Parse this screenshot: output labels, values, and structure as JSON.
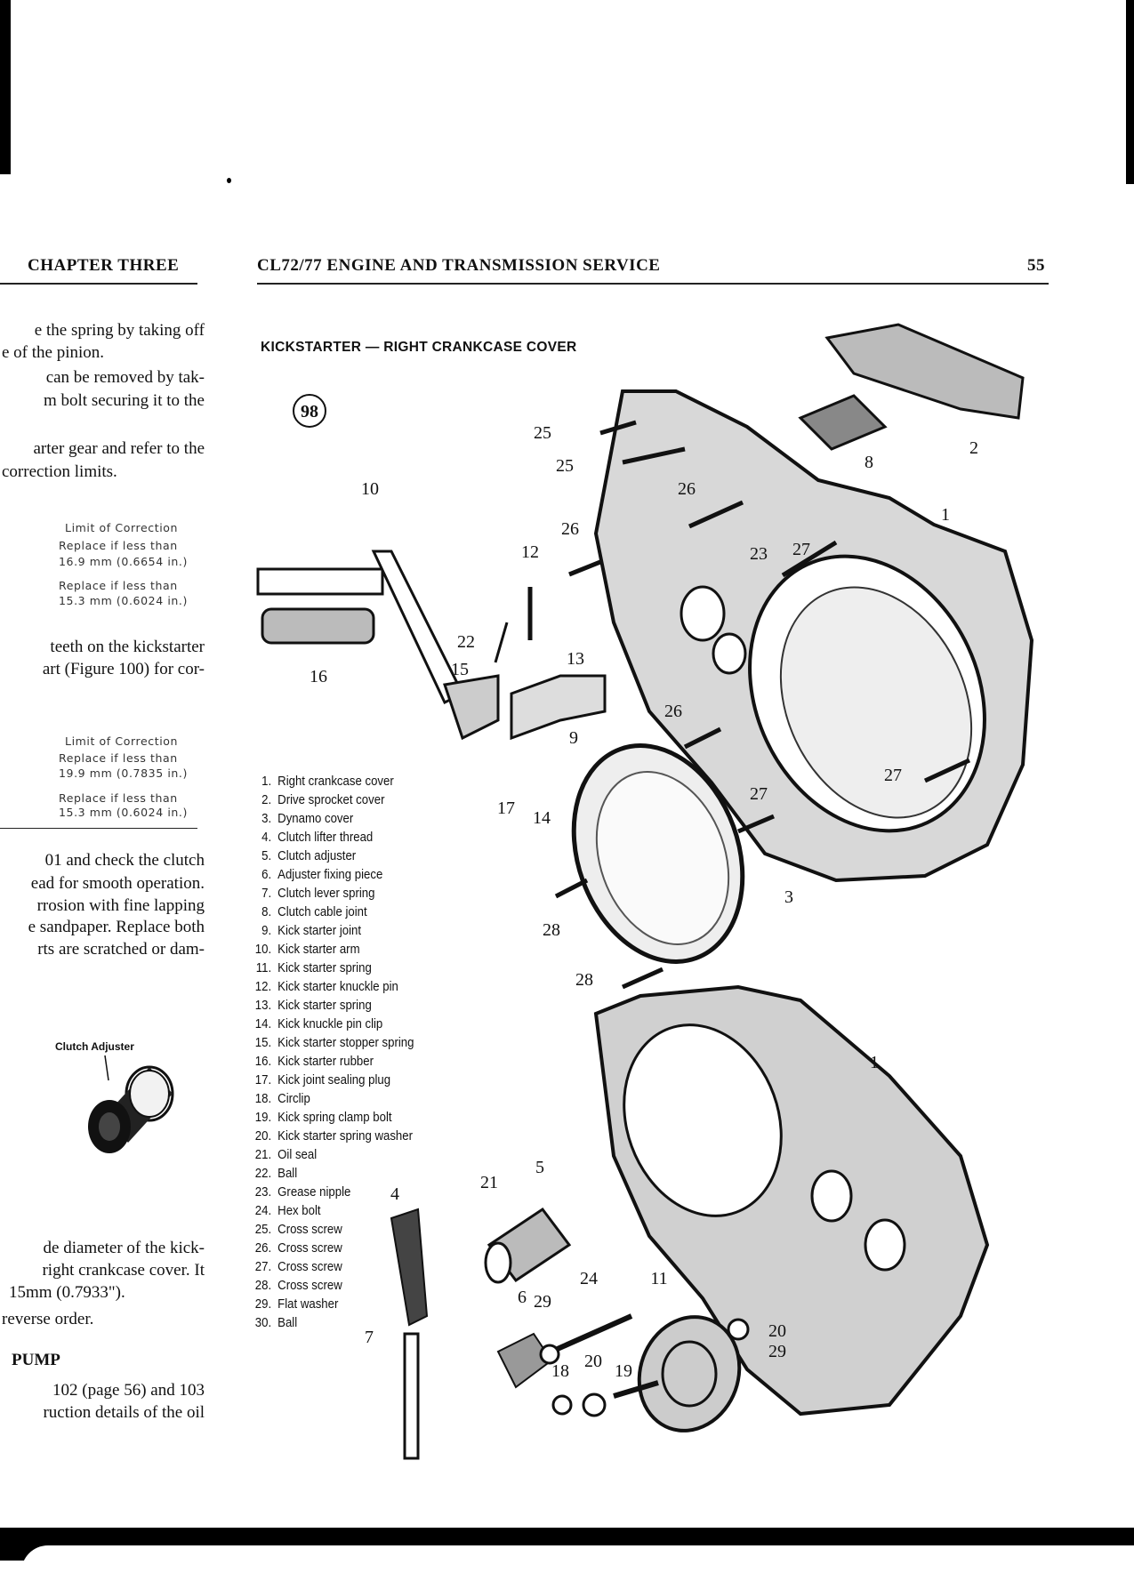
{
  "header": {
    "chapter": "CHAPTER THREE",
    "section": "CL72/77 ENGINE AND TRANSMISSION SERVICE",
    "page_number": "55"
  },
  "left_column": {
    "para1": [
      "e the spring by taking off",
      "e of the pinion."
    ],
    "para2": [
      "can be removed by tak-",
      "m bolt securing it to the"
    ],
    "para3": [
      "arter gear and refer to the",
      "correction limits."
    ],
    "table1": {
      "header": "Limit of Correction",
      "rows": [
        {
          "line1": "Replace if less than",
          "line2": "16.9 mm   (0.6654 in.)"
        },
        {
          "line1": "Replace if less than",
          "line2": "15.3 mm   (0.6024 in.)"
        }
      ]
    },
    "para4": [
      "teeth on the kickstarter",
      "art (Figure 100) for cor-"
    ],
    "table2": {
      "header": "Limit of Correction",
      "rows": [
        {
          "line1": "Replace if less than",
          "line2": "19.9 mm   (0.7835 in.)"
        },
        {
          "line1": "Replace if less than",
          "line2": "15.3 mm   (0.6024 in.)"
        }
      ]
    },
    "para5": [
      "01 and check the clutch",
      "ead for smooth operation.",
      "rrosion with fine lapping",
      "e sandpaper. Replace both",
      "rts are scratched or dam-"
    ],
    "clutch_adjuster_caption": "Clutch Adjuster",
    "para6": [
      "de diameter of the kick-",
      "right crankcase cover. It",
      "15mm (0.7933\").",
      "reverse order."
    ],
    "pump_heading": "PUMP",
    "para7": [
      "102 (page 56) and 103",
      "ruction details of the oil"
    ]
  },
  "figure": {
    "title": "KICKSTARTER — RIGHT CRANKCASE COVER",
    "number": "98",
    "callouts": [
      "25",
      "25",
      "2",
      "8",
      "1",
      "10",
      "26",
      "26",
      "12",
      "23",
      "27",
      "13",
      "22",
      "15",
      "16",
      "26",
      "9",
      "27",
      "17",
      "14",
      "27",
      "3",
      "28",
      "28",
      "1",
      "4",
      "21",
      "5",
      "11",
      "24",
      "6",
      "29",
      "20",
      "29",
      "7",
      "18",
      "20",
      "19"
    ],
    "legend": [
      {
        "n": "1.",
        "t": "Right crankcase cover"
      },
      {
        "n": "2.",
        "t": "Drive sprocket cover"
      },
      {
        "n": "3.",
        "t": "Dynamo cover"
      },
      {
        "n": "4.",
        "t": "Clutch lifter thread"
      },
      {
        "n": "5.",
        "t": "Clutch adjuster"
      },
      {
        "n": "6.",
        "t": "Adjuster fixing piece"
      },
      {
        "n": "7.",
        "t": "Clutch lever spring"
      },
      {
        "n": "8.",
        "t": "Clutch cable joint"
      },
      {
        "n": "9.",
        "t": "Kick starter joint"
      },
      {
        "n": "10.",
        "t": "Kick starter arm"
      },
      {
        "n": "11.",
        "t": "Kick starter spring"
      },
      {
        "n": "12.",
        "t": "Kick starter knuckle pin"
      },
      {
        "n": "13.",
        "t": "Kick starter spring"
      },
      {
        "n": "14.",
        "t": "Kick knuckle pin clip"
      },
      {
        "n": "15.",
        "t": "Kick starter stopper spring"
      },
      {
        "n": "16.",
        "t": "Kick starter rubber"
      },
      {
        "n": "17.",
        "t": "Kick joint sealing plug"
      },
      {
        "n": "18.",
        "t": "Circlip"
      },
      {
        "n": "19.",
        "t": "Kick spring clamp bolt"
      },
      {
        "n": "20.",
        "t": "Kick starter spring washer"
      },
      {
        "n": "21.",
        "t": "Oil seal"
      },
      {
        "n": "22.",
        "t": "Ball"
      },
      {
        "n": "23.",
        "t": "Grease nipple"
      },
      {
        "n": "24.",
        "t": "Hex bolt"
      },
      {
        "n": "25.",
        "t": "Cross screw"
      },
      {
        "n": "26.",
        "t": "Cross screw"
      },
      {
        "n": "27.",
        "t": "Cross screw"
      },
      {
        "n": "28.",
        "t": "Cross screw"
      },
      {
        "n": "29.",
        "t": "Flat washer"
      },
      {
        "n": "30.",
        "t": "Ball"
      }
    ]
  }
}
